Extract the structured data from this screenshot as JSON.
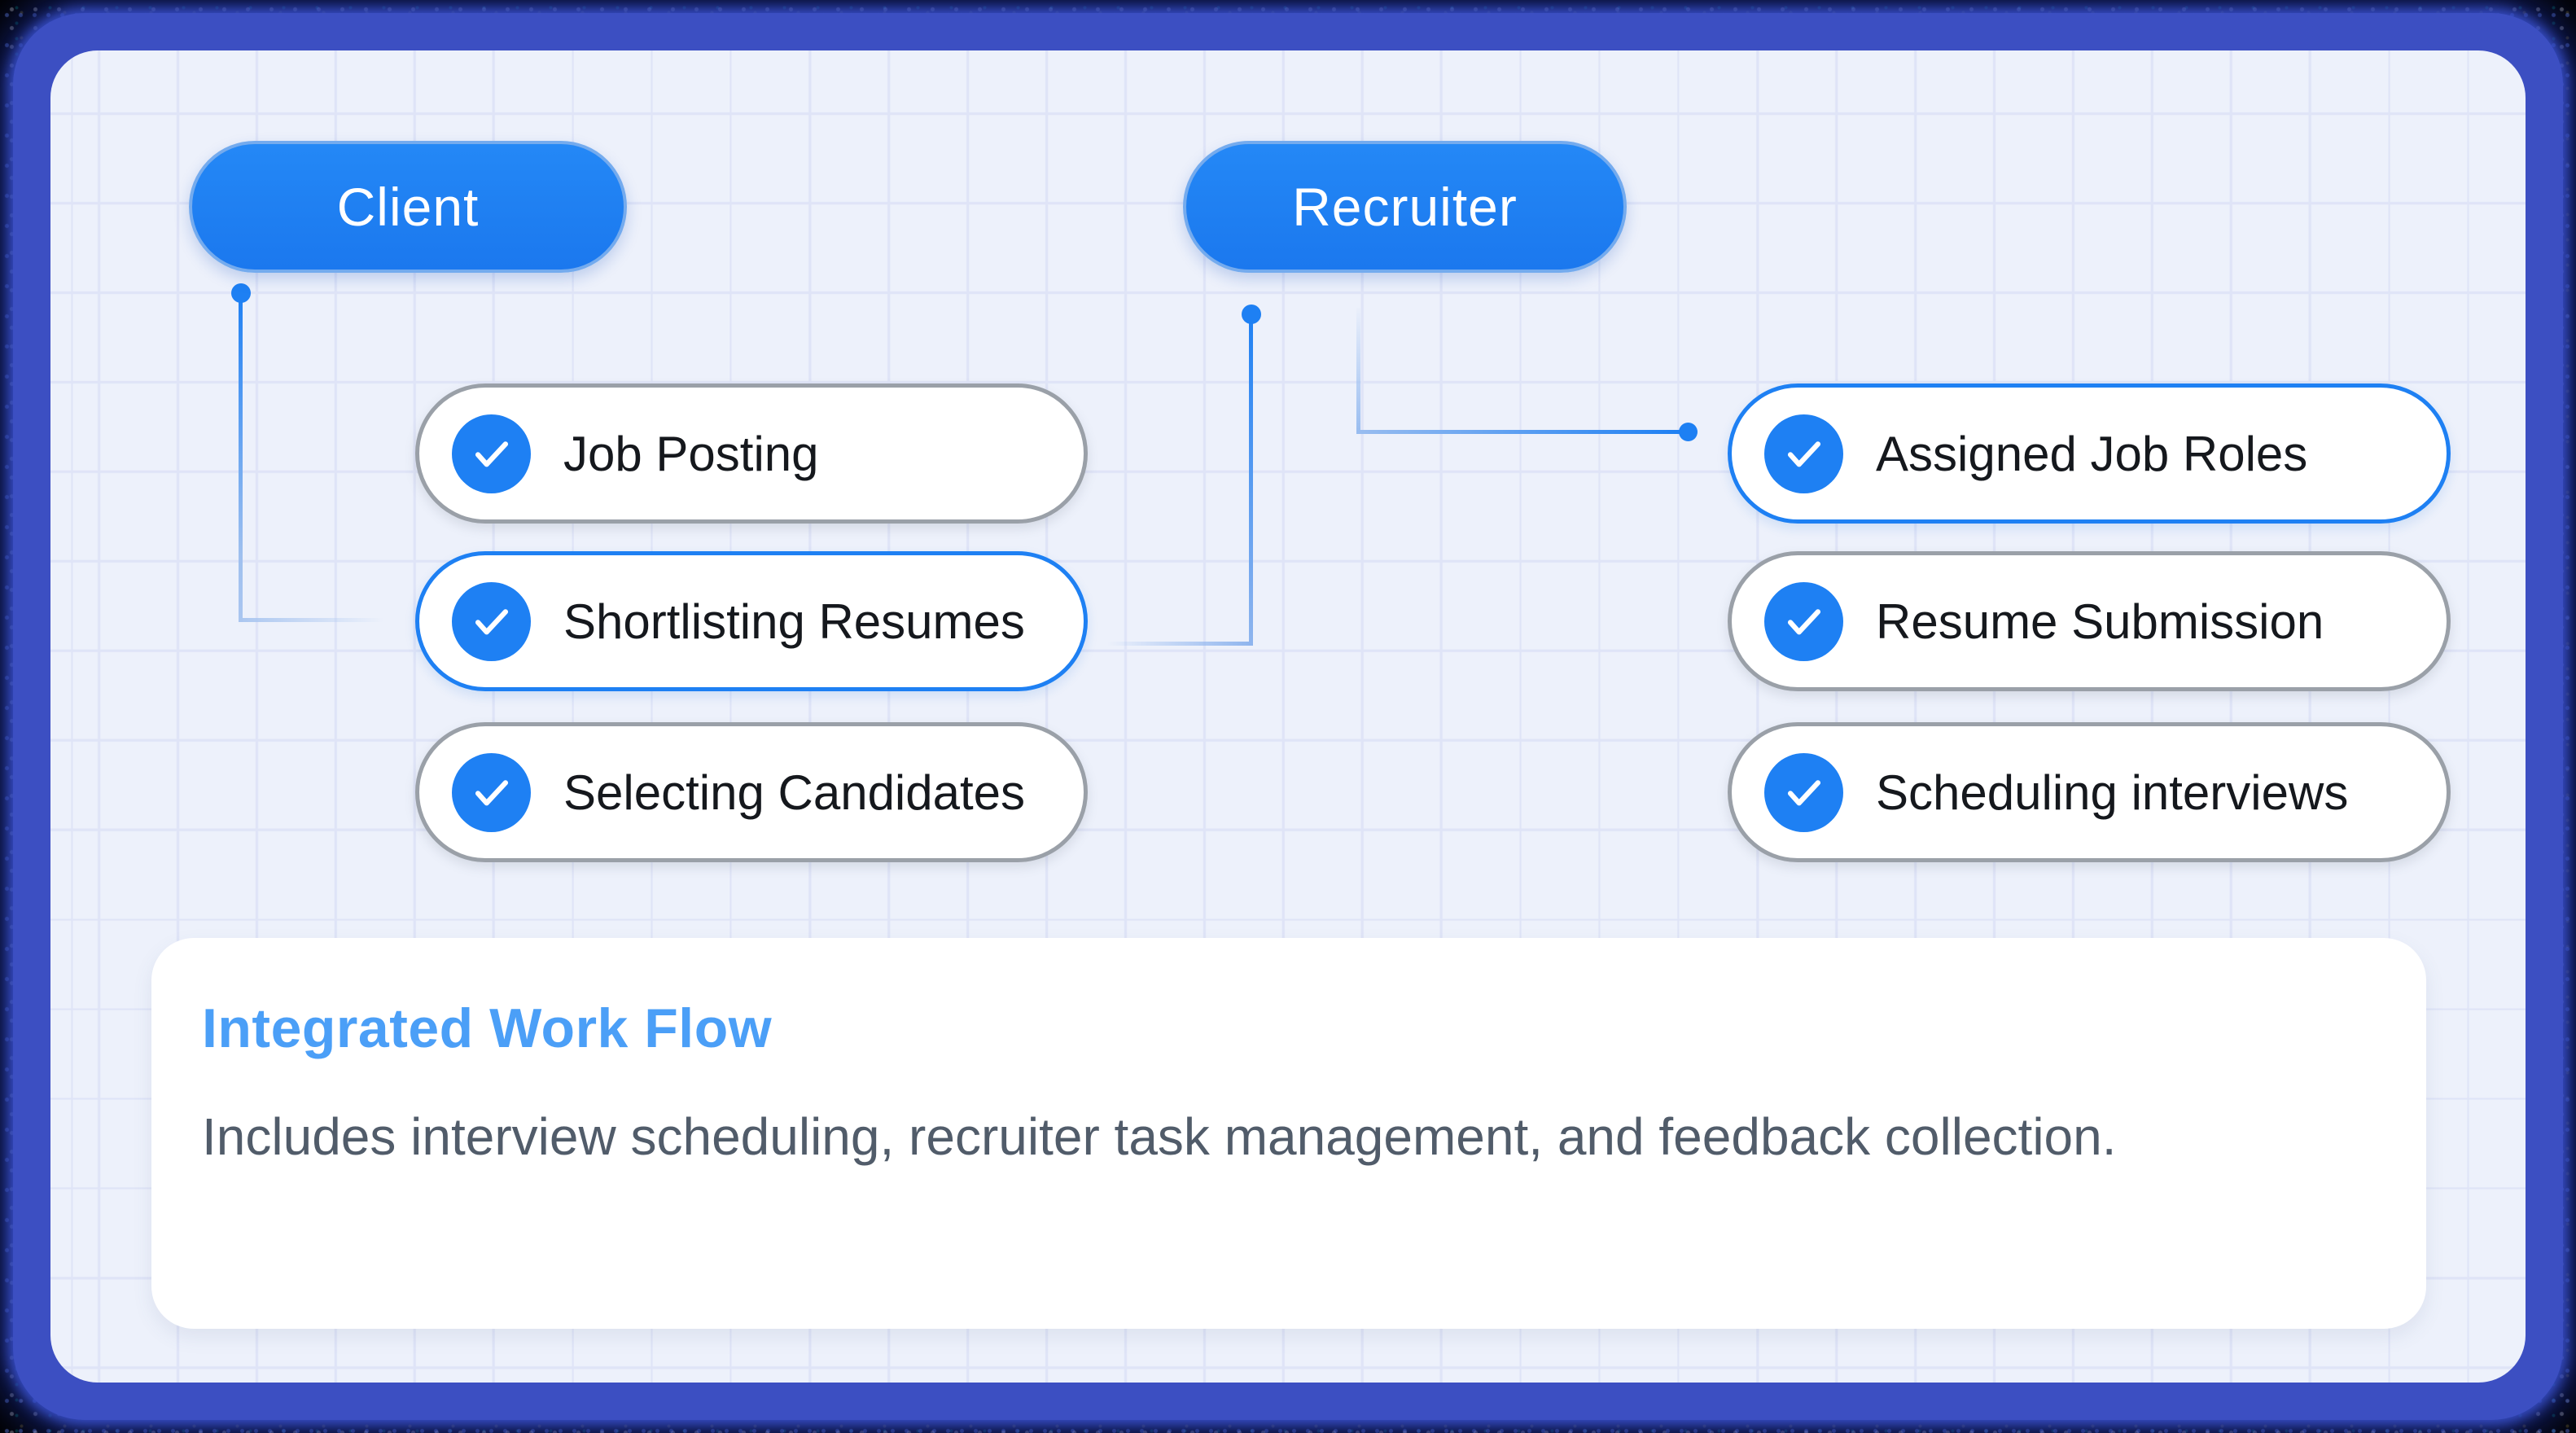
{
  "diagram": {
    "actors": [
      {
        "id": "client",
        "label": "Client"
      },
      {
        "id": "recruiter",
        "label": "Recruiter"
      }
    ],
    "client_tasks": [
      {
        "label": "Job Posting",
        "icon": "check-icon",
        "border_style": "gray"
      },
      {
        "label": "Shortlisting Resumes",
        "icon": "check-icon",
        "border_style": "blue"
      },
      {
        "label": "Selecting Candidates",
        "icon": "check-icon",
        "border_style": "gray"
      }
    ],
    "recruiter_tasks": [
      {
        "label": "Assigned Job Roles",
        "icon": "check-icon",
        "border_style": "blue"
      },
      {
        "label": "Resume Submission",
        "icon": "check-icon",
        "border_style": "gray"
      },
      {
        "label": "Scheduling interviews",
        "icon": "check-icon",
        "border_style": "gray"
      }
    ],
    "connections": [
      {
        "from": "Client",
        "to": "Shortlisting Resumes"
      },
      {
        "from": "Recruiter",
        "to": "Shortlisting Resumes"
      },
      {
        "from": "Recruiter",
        "to": "Assigned Job Roles"
      }
    ]
  },
  "info_card": {
    "title": "Integrated Work Flow",
    "body": "Includes interview scheduling, recruiter task management, and feedback collection."
  },
  "colors": {
    "primary_blue": "#1e80f3",
    "actor_border_blue": "#74abee",
    "title_blue": "#4b9ff7",
    "frame_indigo": "#3c4fc2",
    "panel_bg": "#edf1fb",
    "grid_line": "#dfe4f7",
    "task_text": "#15181d",
    "body_text": "#515c6a",
    "gray_border": "#9aa0a8",
    "card_bg": "#ffffff"
  }
}
